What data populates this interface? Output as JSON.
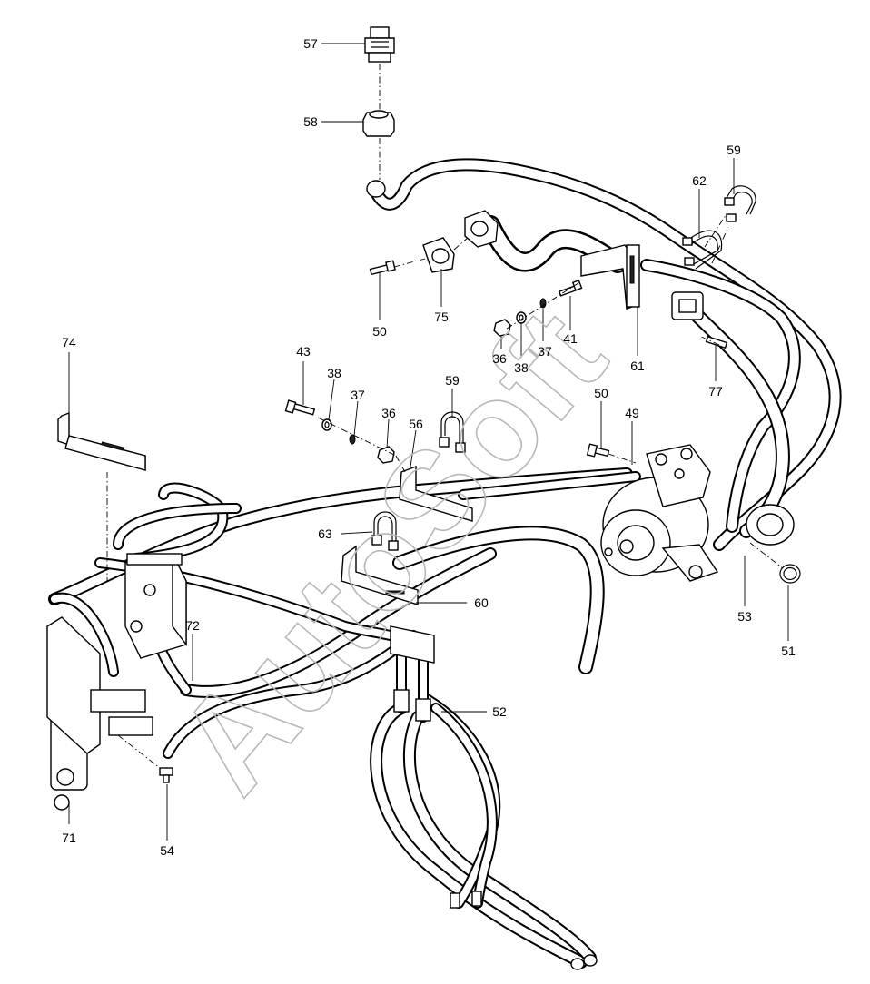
{
  "watermark": "AutoSoft",
  "callouts": [
    "57",
    "58",
    "59",
    "62",
    "50",
    "75",
    "41",
    "37",
    "38",
    "36",
    "61",
    "77",
    "74",
    "43",
    "38",
    "37",
    "36",
    "56",
    "59",
    "50",
    "49",
    "63",
    "60",
    "53",
    "51",
    "72",
    "52",
    "71",
    "54"
  ]
}
